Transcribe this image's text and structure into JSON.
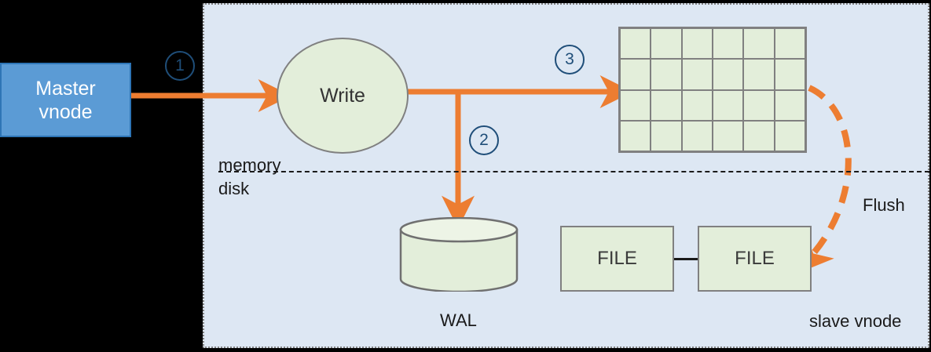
{
  "diagram": {
    "title": "TDengine vnode write path",
    "colors": {
      "background": "#000000",
      "panel_fill": "#dde7f3",
      "panel_border": "#808080",
      "master_fill": "#5b9bd5",
      "master_border": "#2e75b6",
      "node_fill": "#e3eeda",
      "node_border": "#808080",
      "arrow": "#ed7d31",
      "step_number": "#1f4e79",
      "text": "#1a1a1a"
    }
  },
  "master": {
    "line1": "Master",
    "line2": "vnode"
  },
  "panel": {
    "label": "slave vnode"
  },
  "nodes": {
    "write": "Write",
    "wal": "WAL",
    "file_1": "FILE",
    "file_2": "FILE"
  },
  "layers": {
    "memory": "memory",
    "disk": "disk"
  },
  "steps": [
    {
      "id": "1",
      "label": "①",
      "number": "1"
    },
    {
      "id": "2",
      "label": "②",
      "number": "2"
    },
    {
      "id": "3",
      "label": "③",
      "number": "3"
    }
  ],
  "arrows": {
    "flush_label": "Flush"
  },
  "grid": {
    "columns": 6,
    "rows": 4,
    "cells": [
      "",
      "",
      "",
      "",
      "",
      "",
      "",
      "",
      "",
      "",
      "",
      "",
      "",
      "",
      "",
      "",
      "",
      "",
      "",
      "",
      "",
      "",
      "",
      " "
    ]
  }
}
